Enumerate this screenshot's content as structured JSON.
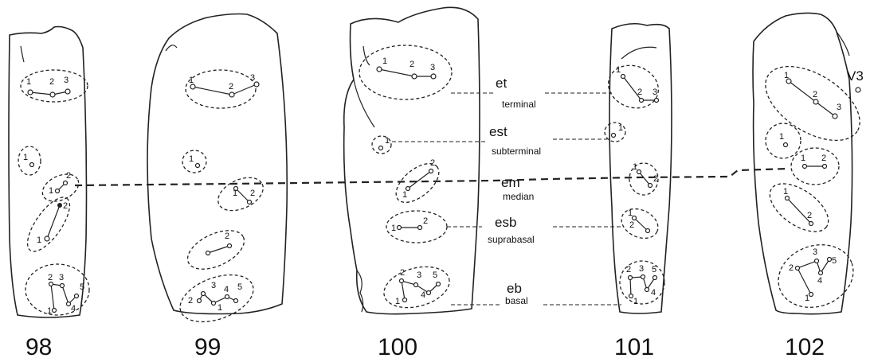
{
  "figure_numbers": [
    "98",
    "99",
    "100",
    "101",
    "102"
  ],
  "zones": [
    {
      "abbr": "et",
      "name": "terminal"
    },
    {
      "abbr": "est",
      "name": "subterminal"
    },
    {
      "abbr": "em",
      "name": "median"
    },
    {
      "abbr": "esb",
      "name": "suprabasal"
    },
    {
      "abbr": "eb",
      "name": "basal"
    }
  ],
  "extra_label": "V3"
}
